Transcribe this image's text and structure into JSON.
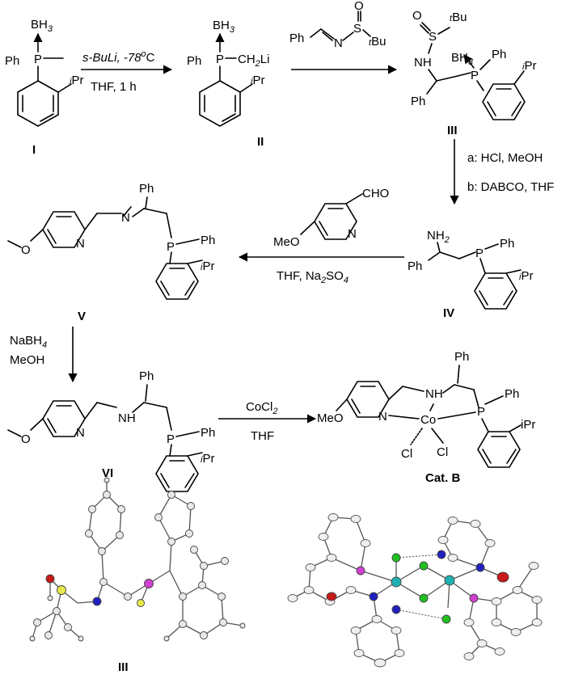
{
  "reagents": {
    "step1_line1": "s-BuLi, -78",
    "step1_deg": "o",
    "step1_c": "C",
    "step1_line2": "THF, 1 h",
    "step3_a": "a: HCl, MeOH",
    "step3_b": "b: DABCO, THF",
    "step4": "THF, Na",
    "step4_sub": "2",
    "step4_tail": "SO",
    "step4_sub2": "4",
    "step5_line1": "NaBH",
    "step5_sub": "4",
    "step5_line2": "MeOH",
    "step6_line1": "CoCl",
    "step6_sub": "2",
    "step6_line2": "THF"
  },
  "compounds": {
    "I": "I",
    "II": "II",
    "III": "III",
    "IV": "IV",
    "V": "V",
    "VI": "VI",
    "catB": "Cat. B",
    "crystal_III": "III"
  },
  "atoms": {
    "BH3": "BH",
    "three": "3",
    "Ph": "Ph",
    "P": "P",
    "iPr_i": "i",
    "iPr": "Pr",
    "iPr_full": "iPr",
    "CH2Li": "CH",
    "Li": "Li",
    "two": "2",
    "N": "N",
    "NH": "NH",
    "NH2": "NH",
    "S": "S",
    "O": "O",
    "tBu_t": "t",
    "tBu": "Bu",
    "CHO": "CHO",
    "MeO": "MeO",
    "Co": "Co",
    "Cl": "Cl"
  },
  "colors": {
    "atom_S": "#e8e84a",
    "atom_P": "#d040d0",
    "atom_N": "#2020c0",
    "atom_O": "#c81818",
    "atom_Co": "#20b0b0",
    "atom_Cl": "#20c020",
    "atom_C": "#e8e8e8"
  }
}
